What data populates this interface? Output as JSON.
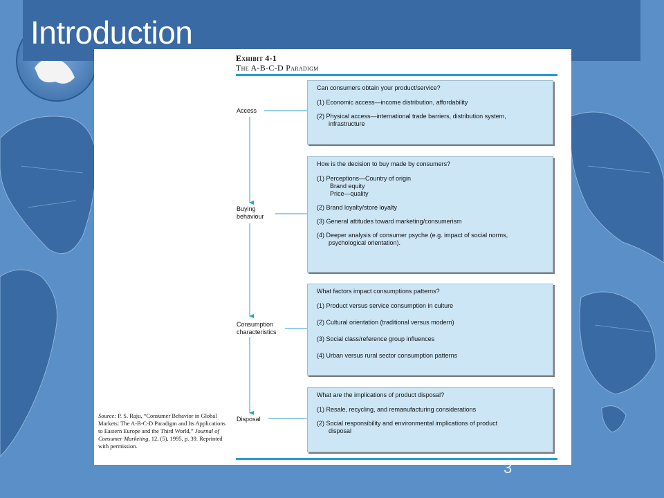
{
  "slide": {
    "title": "Introduction",
    "number": "3"
  },
  "exhibit": {
    "label": "Exhibit 4-1",
    "title": "The A-B-C-D Paradigm",
    "stages": [
      {
        "label": "Access",
        "question": "Can consumers obtain your product/service?",
        "items": [
          "(1) Economic access—income distribution, affordability",
          "(2) Physical access—international trade barriers, distribution system,",
          "infrastructure"
        ]
      },
      {
        "label_line1": "Buying",
        "label_line2": "behaviour",
        "question": "How is the decision to buy made by consumers?",
        "items": [
          "(1) Perceptions—Country of origin",
          "Brand equity",
          "Price—quality",
          "(2) Brand loyalty/store loyalty",
          "(3) General attitudes toward marketing/consumerism",
          "(4) Deeper analysis of consumer psyche (e.g. impact of social norms,",
          "psychological orientation)."
        ]
      },
      {
        "label_line1": "Consumption",
        "label_line2": "characteristics",
        "question": "What factors impact consumptions patterns?",
        "items": [
          "(1) Product versus service consumption in culture",
          "(2) Cultural orientation (traditional versus modern)",
          "(3) Social class/reference group influences",
          "(4) Urban versus rural sector consumption patterns"
        ]
      },
      {
        "label": "Disposal",
        "question": "What are the implications of product disposal?",
        "items": [
          "(1) Resale, recycling, and remanufacturing considerations",
          "(2) Social responsibility and environmental implications of product",
          "disposal"
        ]
      }
    ],
    "source": {
      "prefix": "Source:",
      "text1": "P. S. Raju, “Consumer Behavior in Global Markets: The A-B-C-D Paradigm and Its Applications to Eastern Europe and the Third World,”",
      "journal": "Journal of Consumer Marketing,",
      "text2": "12, (5), 1995, p. 39. Reprinted with permission."
    }
  },
  "colors": {
    "background": "#5b8fc7",
    "title_bar": "#3a6aa3",
    "box_fill": "#cce6f6",
    "rule": "#22a0d8",
    "connector": "#2a9fd8"
  }
}
